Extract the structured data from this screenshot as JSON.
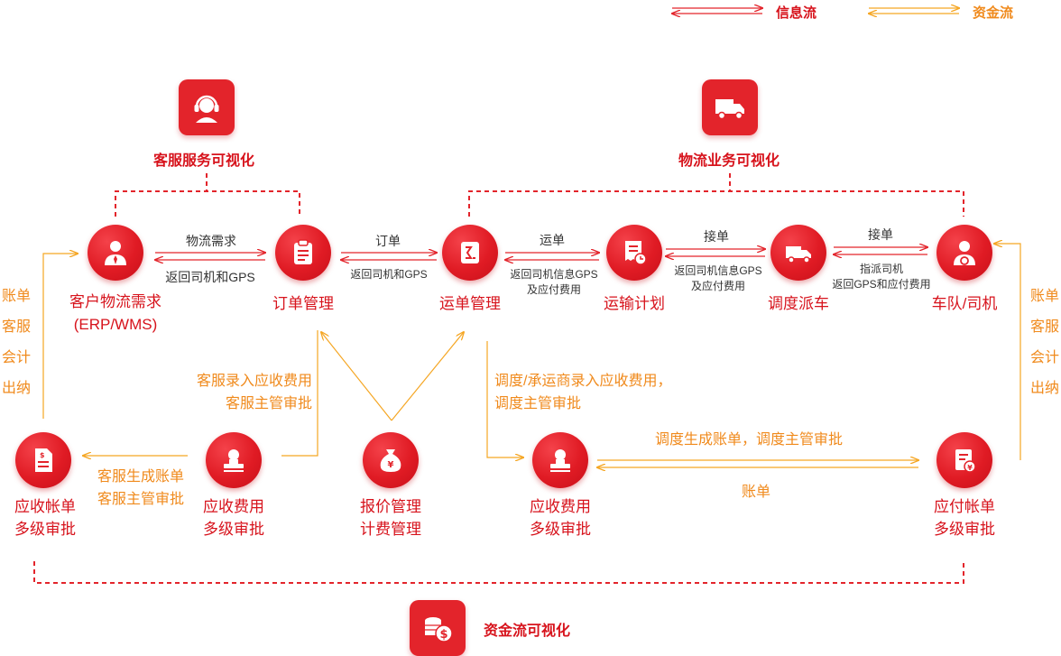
{
  "legend": {
    "info_label": "信息流",
    "fund_label": "资金流",
    "info_color": "#e3242b",
    "fund_color": "#f5a623"
  },
  "badges": {
    "service": "客服服务可视化",
    "logistics": "物流业务可视化",
    "fund": "资金流可视化"
  },
  "nodes": {
    "customer": [
      "客户物流需求",
      "(ERP/WMS)"
    ],
    "order": "订单管理",
    "waybill": "运单管理",
    "plan": "运输计划",
    "dispatch": "调度派车",
    "driver": "车队/司机",
    "recv_bill": [
      "应收帐单",
      "多级审批"
    ],
    "recv_fee_left": [
      "应收费用",
      "多级审批"
    ],
    "pricing": [
      "报价管理",
      "计费管理"
    ],
    "recv_fee_mid": [
      "应收费用",
      "多级审批"
    ],
    "pay_bill": [
      "应付帐单",
      "多级审批"
    ]
  },
  "flows": {
    "customer_order": {
      "top": "物流需求",
      "bottom": "返回司机和GPS"
    },
    "order_waybill": {
      "top": "订单",
      "bottom": "返回司机和GPS"
    },
    "waybill_plan": {
      "top": "运单",
      "bottom": [
        "返回司机信息GPS",
        "及应付费用"
      ]
    },
    "plan_dispatch": {
      "top": "接单",
      "bottom": [
        "返回司机信息GPS",
        "及应付费用"
      ]
    },
    "dispatch_driver": {
      "top": "接单",
      "bottom": [
        "指派司机",
        "返回GPS和应付费用"
      ]
    }
  },
  "fund_notes": {
    "left_vertical": [
      "账单",
      "客服",
      "会计",
      "出纳"
    ],
    "right_vertical": [
      "账单",
      "客服",
      "会计",
      "出纳"
    ],
    "service_entry": [
      "客服录入应收费用",
      "客服主管审批"
    ],
    "service_bill": [
      "客服生成账单",
      "客服主管审批"
    ],
    "dispatch_entry": [
      "调度/承运商录入应收费用，",
      "调度主管审批"
    ],
    "dispatch_bill": "调度生成账单，调度主管审批",
    "bill": "账单"
  }
}
